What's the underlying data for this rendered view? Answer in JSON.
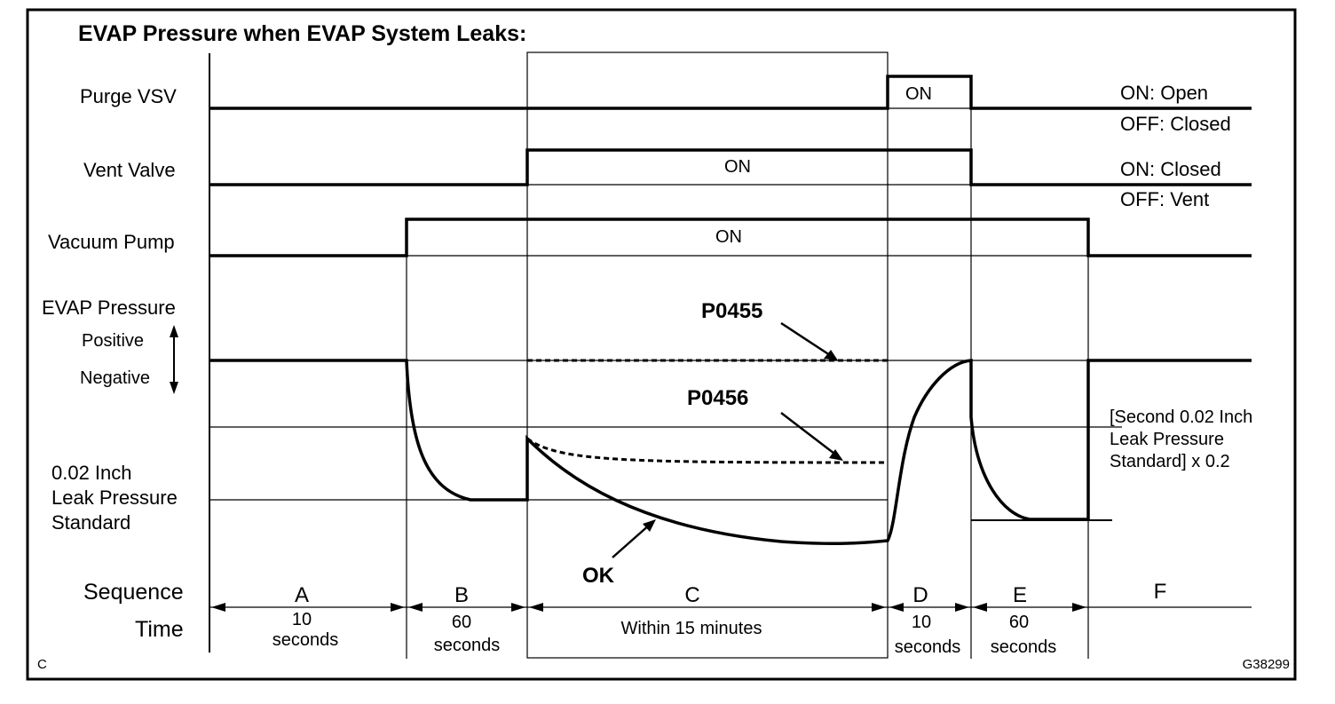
{
  "title": "EVAP Pressure when EVAP System Leaks:",
  "signals": {
    "purge_vsv": "Purge VSV",
    "vent_valve": "Vent Valve",
    "vacuum_pump": "Vacuum Pump",
    "evap_pressure": "EVAP Pressure",
    "positive": "Positive",
    "negative": "Negative"
  },
  "standard_label": [
    "0.02 Inch",
    "Leak Pressure",
    "Standard"
  ],
  "second_standard_label": [
    "[Second 0.02 Inch",
    "Leak Pressure",
    "Standard] x 0.2"
  ],
  "legend": {
    "purge_on": "ON: Open",
    "purge_off": "OFF: Closed",
    "vent_on": "ON: Closed",
    "vent_off": "OFF: Vent"
  },
  "on_labels": {
    "purge": "ON",
    "vent": "ON",
    "pump": "ON"
  },
  "codes": {
    "p0455": "P0455",
    "p0456": "P0456",
    "ok": "OK"
  },
  "row_labels": {
    "sequence": "Sequence",
    "time": "Time"
  },
  "phases": [
    {
      "letter": "A",
      "time_line1": "10",
      "time_line2": "seconds"
    },
    {
      "letter": "B",
      "time_line1": "60",
      "time_line2": "seconds"
    },
    {
      "letter": "C",
      "time_line1": "Within 15 minutes",
      "time_line2": ""
    },
    {
      "letter": "D",
      "time_line1": "10",
      "time_line2": "seconds"
    },
    {
      "letter": "E",
      "time_line1": "60",
      "time_line2": "seconds"
    },
    {
      "letter": "F",
      "time_line1": "",
      "time_line2": ""
    }
  ],
  "corner_left": "C",
  "figure_id": "G38299"
}
